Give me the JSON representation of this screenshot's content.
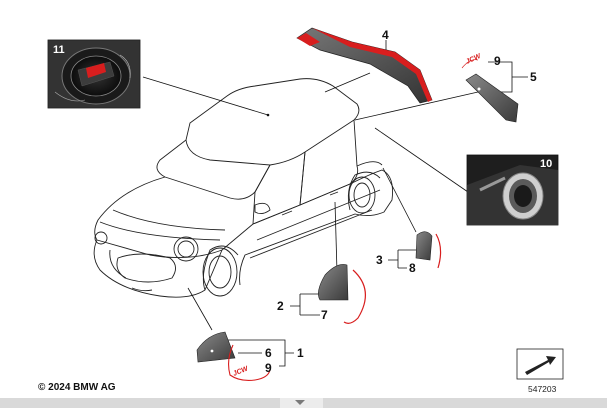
{
  "copyright": "© 2024 BMW AG",
  "diagram_code": "547203",
  "callouts": {
    "c1": "1",
    "c2": "2",
    "c3": "3",
    "c4": "4",
    "c5": "5",
    "c6": "6",
    "c7": "7",
    "c8": "8",
    "c9a": "9",
    "c9b": "9",
    "c10": "10",
    "c11": "11"
  },
  "badge_text": "JCW",
  "colors": {
    "accent_red": "#d81e1e",
    "part_gray": "#555555",
    "line": "#222222",
    "bar": "#d9d9d9"
  },
  "icons": [
    "scroll-down-chevron-icon",
    "document-arrow-icon"
  ]
}
